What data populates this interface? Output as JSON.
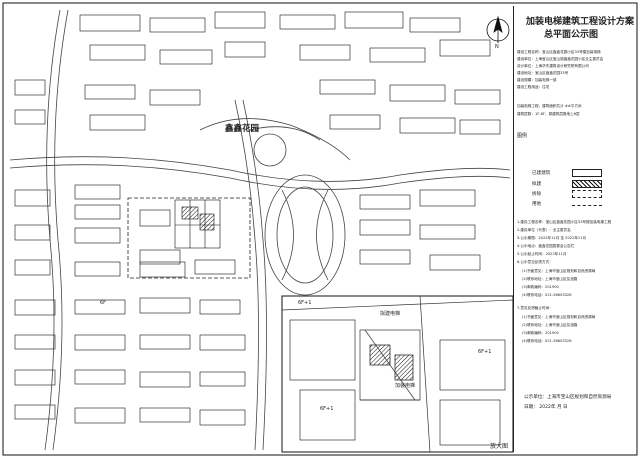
{
  "title": {
    "line1": "加装电梯建筑工程设计方案",
    "line2": "总平面公示图"
  },
  "info_lines": [
    "建设工程名称：宝山区鑫鑫花园小区33号楼加装电梯",
    "建设单位：上海宝山区宝山镇鑫鑫花园小区业主委员会",
    "设计单位：上海华东建筑设计研究院有限公司",
    "建设地址：宝山区鑫鑫花园33号",
    "建设规模：加装电梯一部",
    "建设工程用途：住宅"
  ],
  "info_lines_2": [
    "加装电梯工程，建筑面积共计 ##平方米",
    "建筑层数：1F-6F，原建筑层数地上6层"
  ],
  "legend_heading": "图例",
  "legend": [
    {
      "label": "已建建筑",
      "style": "plain"
    },
    {
      "label": "拟建",
      "style": "hatch"
    },
    {
      "label": "拆除",
      "style": "dashed"
    },
    {
      "label": "用地",
      "style": "line"
    }
  ],
  "notes": [
    "1.建设工程名称：宝山区鑫鑫花园小区33号楼加装电梯工程",
    "2.建设单位（代表）：业主委员会",
    "3.公示期限：2022年11月 至 2022年11月",
    "4.公示地点：鑫鑫花园居委会公告栏",
    "5.公示起止时间：2022年11月",
    "6.公示意见反馈方式：",
    "(1)书面意见：上海市宝山区规划和自然资源局",
    "(2)联系地址：上海市宝山区友谊路",
    "(3)邮政编码：201900",
    "(4)联系电话：021-56603328",
    "7.意见反馈截止时间：",
    "(1)书面意见：上海市宝山区规划和自然资源局",
    "(2)联系地址：上海市宝山区友谊路",
    "(3)邮政编码：201900",
    "(4)联系电话：021-56603328"
  ],
  "publisher": "公示单位：上海市宝山区规划和自然资源局",
  "date": "日期：    2022年 月 日",
  "map": {
    "estate_name": "鑫鑫花园",
    "inset_title": "放大图",
    "north_label": "N",
    "floor_label": "6F",
    "floor_label_alt": "6F+1",
    "annotation_1": "拟建电梯",
    "annotation_2": "加装电梯"
  }
}
